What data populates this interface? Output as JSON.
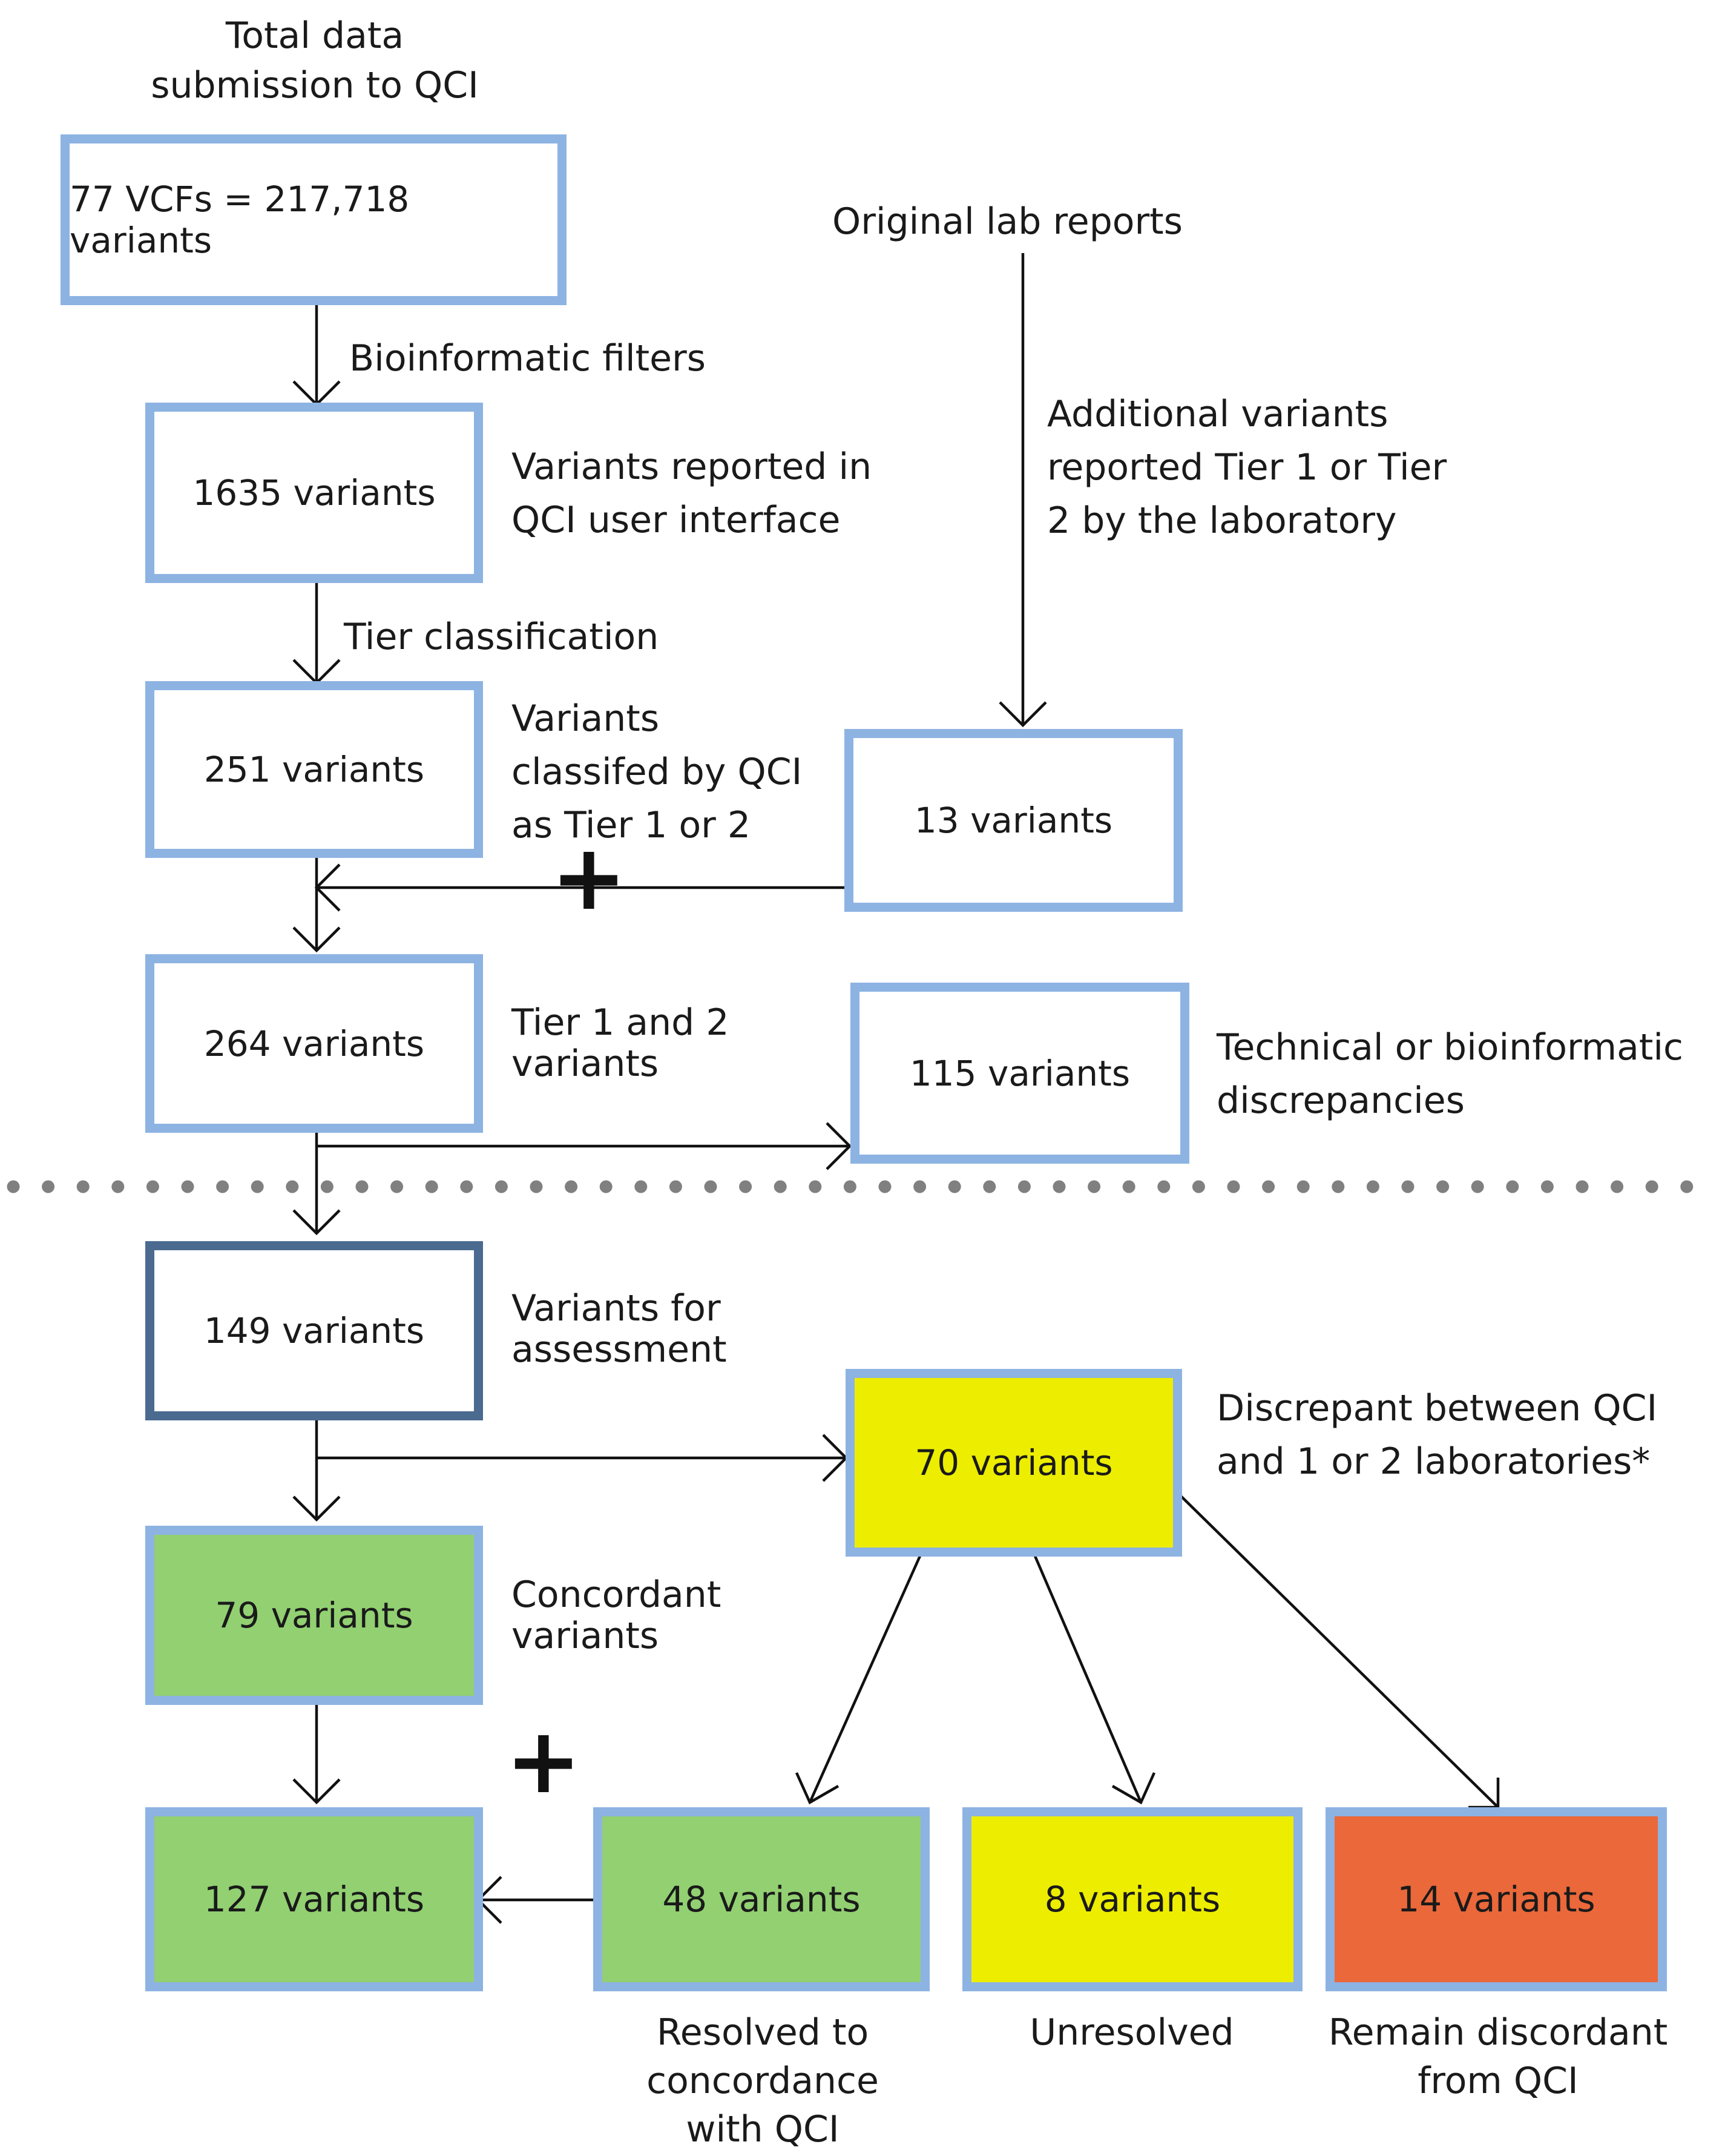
{
  "labels": {
    "total_submission": "Total data\nsubmission to QCI",
    "bioinformatic_filters": "Bioinformatic filters",
    "tier_classification": "Tier classification",
    "original_lab_reports": "Original lab reports",
    "additional_variants": "Additional variants\nreported Tier 1 or Tier\n2 by the laboratory",
    "reported_in_qci": "Variants reported in\nQCI user interface",
    "classified_tier": "Variants\nclassifed by QCI\nas Tier 1 or 2",
    "tier_1_2": "Tier 1 and 2\nvariants",
    "tech_discrepancies": "Technical or bioinformatic\ndiscrepancies",
    "for_assessment": "Variants for\nassessment",
    "discrepant": "Discrepant between QCI\nand 1 or 2 laboratories*",
    "concordant": "Concordant\nvariants",
    "resolved": "Resolved to\nconcordance\nwith QCI",
    "unresolved": "Unresolved",
    "remain_discordant": "Remain discordant\nfrom QCI"
  },
  "boxes": {
    "vcfs": "77 VCFs = 217,718 variants",
    "b1635": "1635 variants",
    "b251": "251 variants",
    "b13": "13 variants",
    "b264": "264 variants",
    "b115": "115 variants",
    "b149": "149 variants",
    "b70": "70 variants",
    "b79": "79 variants",
    "b127": "127 variants",
    "b48": "48 variants",
    "b8": "8 variants",
    "b14": "14 variants"
  },
  "symbols": {
    "plus": "+"
  },
  "colors": {
    "box_border": "#8db3e2",
    "box_border_dark": "#4a6a90",
    "green": "#92d072",
    "yellow": "#eded00",
    "orange_red": "#ea683a"
  }
}
